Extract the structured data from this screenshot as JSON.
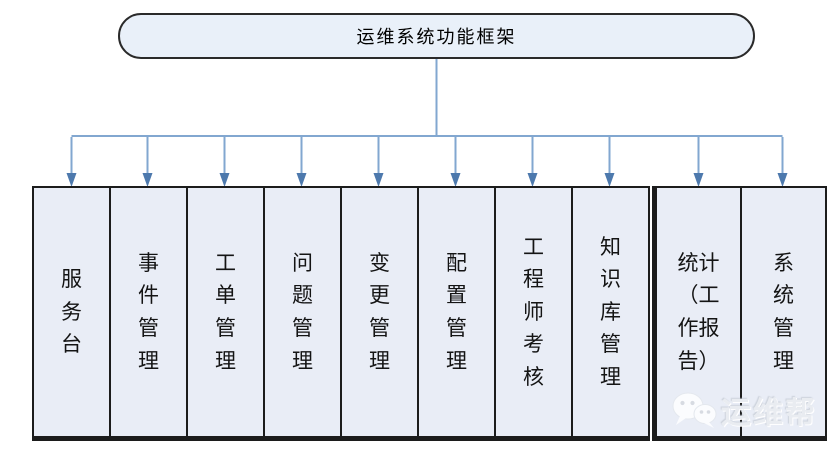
{
  "title": {
    "label": "运维系统功能框架"
  },
  "modules": [
    {
      "label": "服务台",
      "group": 1
    },
    {
      "label": "事件管理",
      "group": 1
    },
    {
      "label": "工单管理",
      "group": 1
    },
    {
      "label": "问题管理",
      "group": 1
    },
    {
      "label": "变更管理",
      "group": 1
    },
    {
      "label": "配置管理",
      "group": 1
    },
    {
      "label": "工程师考核",
      "group": 1
    },
    {
      "label": "知识库管理",
      "group": 1
    },
    {
      "label": "统计（工作报告）",
      "group": 2
    },
    {
      "label": "系统管理",
      "group": 2
    }
  ],
  "watermark": {
    "text": "运维帮",
    "icon": "wechat-logo"
  },
  "colors": {
    "background": "#ffffff",
    "title_fill": "#e9f0f9",
    "title_border": "#2a2a2a",
    "box_fill": "#e9edf6",
    "box_border": "#1c1c1c",
    "connector_line": "#82a7d0",
    "arrowhead": "#4d79ad",
    "watermark_text": "#e9ecf1"
  }
}
